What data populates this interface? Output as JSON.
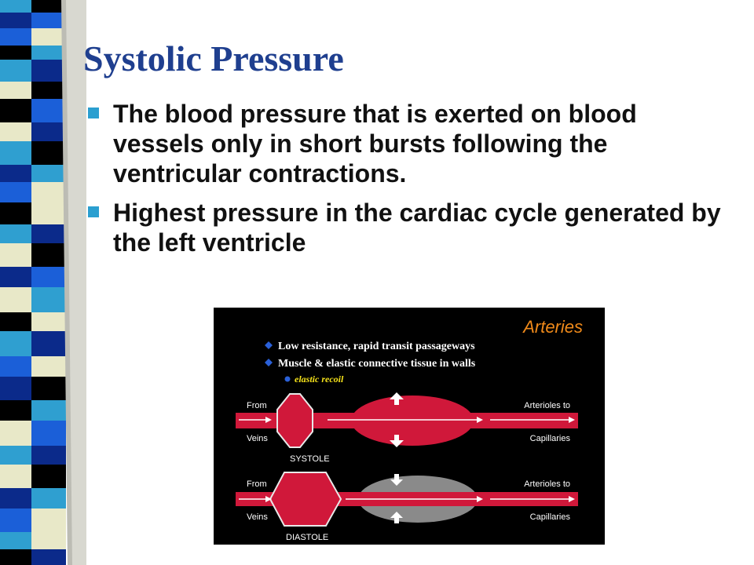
{
  "slide": {
    "title": "Systolic Pressure",
    "bullets": [
      "The blood pressure that is exerted on blood vessels only in short bursts following the ventricular contractions.",
      "Highest pressure in the cardiac cycle generated by the left ventricle"
    ]
  },
  "figure": {
    "heading": "Arteries",
    "points": [
      "Low resistance, rapid transit passageways",
      "Muscle & elastic connective tissue in walls"
    ],
    "sub_point": "elastic recoil",
    "systole": {
      "left_top": "From",
      "left_bottom": "Veins",
      "right_top": "Arterioles to",
      "right_bottom": "Capillaries",
      "phase": "SYSTOLE"
    },
    "diastole": {
      "left_top": "From",
      "left_bottom": "Veins",
      "right_top": "Arterioles to",
      "right_bottom": "Capillaries",
      "phase": "DIASTOLE"
    }
  },
  "colors": {
    "title": "#1f3f8f",
    "bullet_marker": "#2a9fd0",
    "figure_heading": "#f08a1a",
    "figure_text": "#ffffff",
    "sub_point": "#f5e21a",
    "vessel_red": "#d0183a",
    "vessel_gray": "#8a8a8a",
    "list_diamond": "#2a60d8"
  }
}
